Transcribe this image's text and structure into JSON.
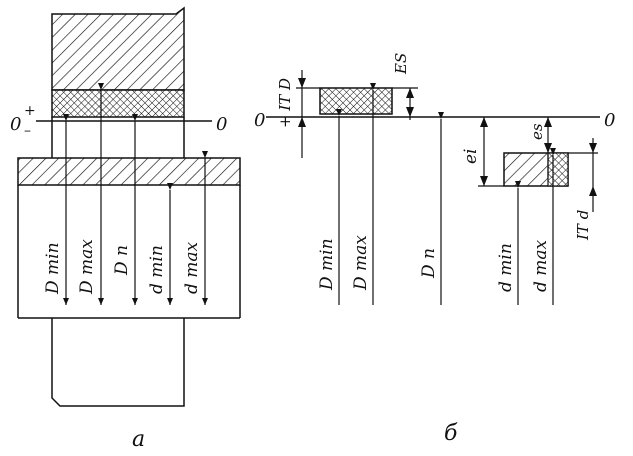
{
  "labels": {
    "zero_line_left": "0",
    "zero_line_right_a": "0",
    "zero_line_left_b": "0",
    "zero_line_right_b": "0",
    "plus": "+",
    "minus": "–",
    "Dmin": "D min",
    "Dmax": "D max",
    "Dn": "D n",
    "dmin": "d min",
    "dmax": "d max",
    "ITD": "+ IT D",
    "ES": "ES",
    "ei": "ei",
    "es": "es",
    "ITd": "IT d",
    "caption_a": "а",
    "caption_b": "б"
  }
}
